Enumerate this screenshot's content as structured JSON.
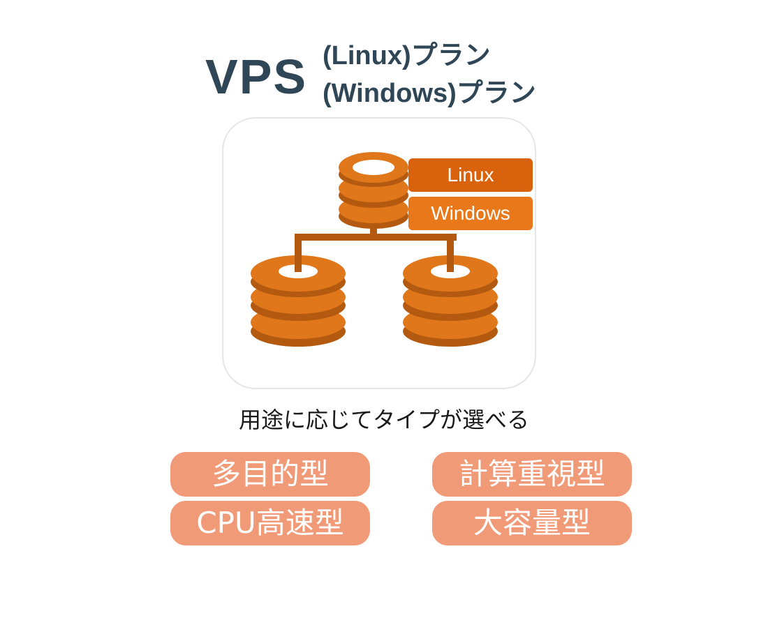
{
  "header": {
    "logo": "VPS",
    "plans": [
      "(Linux)プラン",
      "(Windows)プラン"
    ]
  },
  "diagram": {
    "os_labels": [
      "Linux",
      "Windows"
    ],
    "colors": {
      "primary": "#e0771a",
      "dark": "#b35a10",
      "box": "#d9620c"
    }
  },
  "caption": "用途に応じてタイプが選べる",
  "types": [
    "多目的型",
    "計算重視型",
    "CPU高速型",
    "大容量型"
  ],
  "colors": {
    "text": "#2f4656",
    "pill": "#f19a78"
  }
}
